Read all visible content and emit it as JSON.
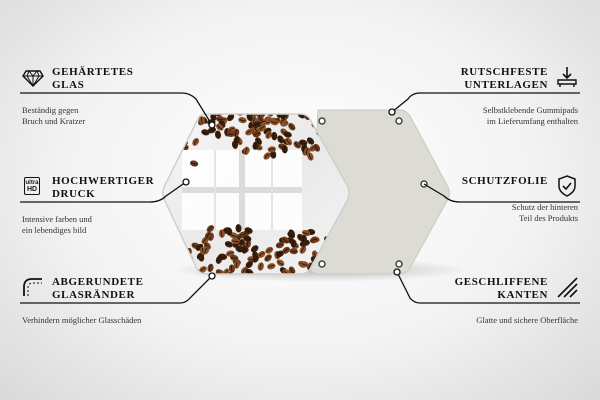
{
  "features": {
    "glass": {
      "title_1": "GEHÄRTETES",
      "title_2": "GLAS",
      "desc_1": "Beständig gegen",
      "desc_2": "Bruch und Kratzer",
      "icon": "diamond-icon"
    },
    "print": {
      "title_1": "HOCHWERTIGER",
      "title_2": "DRUCK",
      "desc_1": "Intensive farben und",
      "desc_2": "ein lebendiges bild",
      "icon": "ultra-hd-icon",
      "icon_top": "ultra",
      "icon_bottom": "HD"
    },
    "edges_round": {
      "title_1": "ABGERUNDETE",
      "title_2": "GLASRÄNDER",
      "desc_1": "Verhindern möglicher Glasschäden",
      "icon": "rounded-corner-icon"
    },
    "pads": {
      "title_1": "RUTSCHFESTE",
      "title_2": "UNTERLAGEN",
      "desc_1": "Selbstklebende Gummipads",
      "desc_2": "im Lieferumfang enthalten",
      "icon": "pads-download-icon"
    },
    "foil": {
      "title_1": "SCHUTZFOLIE",
      "desc_1": "Schutz der hinteren",
      "desc_2": "Teil des Produkts",
      "icon": "shield-check-icon"
    },
    "ground": {
      "title_1": "GESCHLIFFENE",
      "title_2": "KANTEN",
      "desc_1": "Glatte und sichere Oberfläche",
      "icon": "ground-edges-icon"
    }
  },
  "colors": {
    "bean_dark": "#3a1e0e",
    "bean_mid": "#6b3a1c",
    "bean_light": "#8a5128",
    "back_plate": "#dcdcd4",
    "line": "#111111"
  }
}
